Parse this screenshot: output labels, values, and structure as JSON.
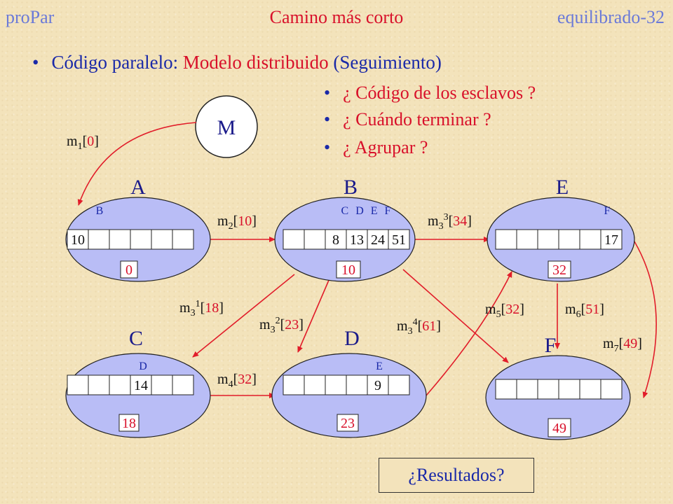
{
  "header": {
    "left": "proPar",
    "center": "Camino más corto",
    "right": "equilibrado-32"
  },
  "bullet": {
    "prefix": "Código paralelo: ",
    "highlight": "Modelo distribuido",
    "suffix": " (Seguimiento)"
  },
  "questions": [
    "¿ Código de los esclavos ?",
    "¿ Cuándo terminar  ?",
    "¿ Agrupar ?"
  ],
  "master": {
    "label": "M"
  },
  "nodes": {
    "A": {
      "name": "A",
      "labels": "B",
      "cells": [
        "10",
        "",
        "",
        "",
        "",
        ""
      ],
      "distance": "0"
    },
    "B": {
      "name": "B",
      "labels": "C D E F",
      "cells": [
        "",
        "",
        "8",
        "13",
        "24",
        "51"
      ],
      "distance": "10"
    },
    "E": {
      "name": "E",
      "labels": "F",
      "cells": [
        "",
        "",
        "",
        "",
        "",
        "17"
      ],
      "distance": "32"
    },
    "C": {
      "name": "C",
      "labels": "D",
      "cells": [
        "",
        "",
        "",
        "14",
        "",
        ""
      ],
      "distance": "18"
    },
    "D": {
      "name": "D",
      "labels": "E",
      "cells": [
        "",
        "",
        "",
        "",
        "9",
        ""
      ],
      "distance": "23"
    },
    "F": {
      "name": "F",
      "labels": "",
      "cells": [
        "",
        "",
        "",
        "",
        "",
        ""
      ],
      "distance": "49"
    }
  },
  "messages": {
    "m1": {
      "base": "m",
      "sub": "1",
      "sup": "",
      "value": "0"
    },
    "m2": {
      "base": "m",
      "sub": "2",
      "sup": "",
      "value": "10"
    },
    "m3_1": {
      "base": "m",
      "sub": "3",
      "sup": "1",
      "value": "18"
    },
    "m3_2": {
      "base": "m",
      "sub": "3",
      "sup": "2",
      "value": "23"
    },
    "m3_3": {
      "base": "m",
      "sub": "3",
      "sup": "3",
      "value": "34"
    },
    "m3_4": {
      "base": "m",
      "sub": "3",
      "sup": "4",
      "value": "61"
    },
    "m4": {
      "base": "m",
      "sub": "4",
      "sup": "",
      "value": "32"
    },
    "m5": {
      "base": "m",
      "sub": "5",
      "sup": "",
      "value": "32"
    },
    "m6": {
      "base": "m",
      "sub": "6",
      "sup": "",
      "value": "51"
    },
    "m7": {
      "base": "m",
      "sub": "7",
      "sup": "",
      "value": "49"
    }
  },
  "result_button": {
    "label": "¿Resultados?"
  },
  "colors": {
    "node_fill": "#b9bdf6",
    "arrow": "#e11d2a",
    "blue_text": "#1a29a8",
    "red_text": "#d8102a",
    "header_blue": "#6b7ad8"
  }
}
